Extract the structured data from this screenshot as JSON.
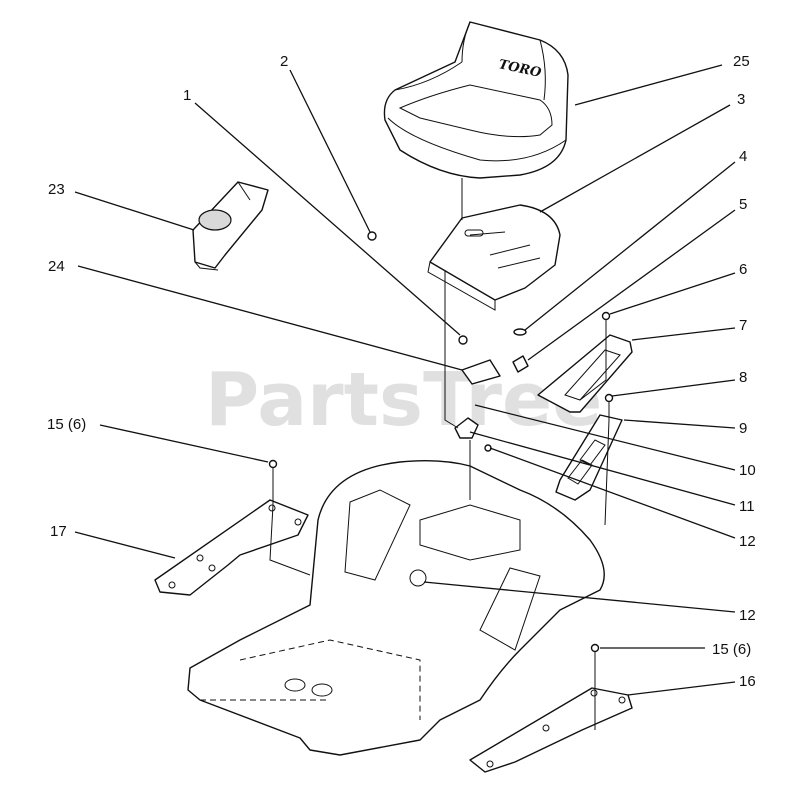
{
  "watermark": "PartsTree",
  "seat_brand": "TORO",
  "callouts": [
    {
      "id": "c1",
      "label": "1"
    },
    {
      "id": "c2",
      "label": "2"
    },
    {
      "id": "c3",
      "label": "3"
    },
    {
      "id": "c4",
      "label": "4"
    },
    {
      "id": "c5",
      "label": "5"
    },
    {
      "id": "c6",
      "label": "6"
    },
    {
      "id": "c7",
      "label": "7"
    },
    {
      "id": "c8",
      "label": "8"
    },
    {
      "id": "c9",
      "label": "9"
    },
    {
      "id": "c10",
      "label": "10"
    },
    {
      "id": "c11",
      "label": "11"
    },
    {
      "id": "c12a",
      "label": "12"
    },
    {
      "id": "c12b",
      "label": "12"
    },
    {
      "id": "c15a",
      "label": "15 (6)"
    },
    {
      "id": "c15b",
      "label": "15 (6)"
    },
    {
      "id": "c16",
      "label": "16"
    },
    {
      "id": "c17",
      "label": "17"
    },
    {
      "id": "c23",
      "label": "23"
    },
    {
      "id": "c24",
      "label": "24"
    },
    {
      "id": "c25",
      "label": "25"
    }
  ]
}
